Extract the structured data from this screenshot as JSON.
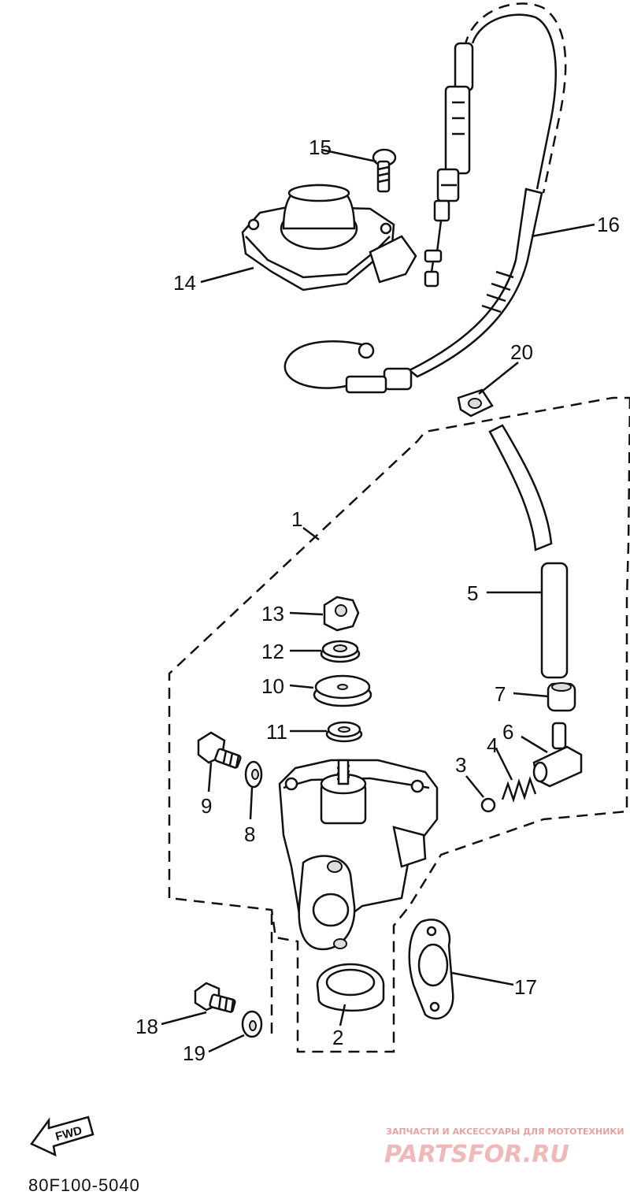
{
  "parts": {
    "p1": "1",
    "p2": "2",
    "p3": "3",
    "p4": "4",
    "p5": "5",
    "p6": "6",
    "p7": "7",
    "p8": "8",
    "p9": "9",
    "p10": "10",
    "p11": "11",
    "p12": "12",
    "p13": "13",
    "p14": "14",
    "p15": "15",
    "p16": "16",
    "p17": "17",
    "p18": "18",
    "p19": "19",
    "p20": "20"
  },
  "fwd_label": "FWD",
  "diagram_code": "80F100-5040",
  "watermark": {
    "tagline": "ЗАПЧАСТИ И АКСЕССУАРЫ ДЛЯ МОТОТЕХНИКИ",
    "brand": "PARTSFOR.RU"
  }
}
